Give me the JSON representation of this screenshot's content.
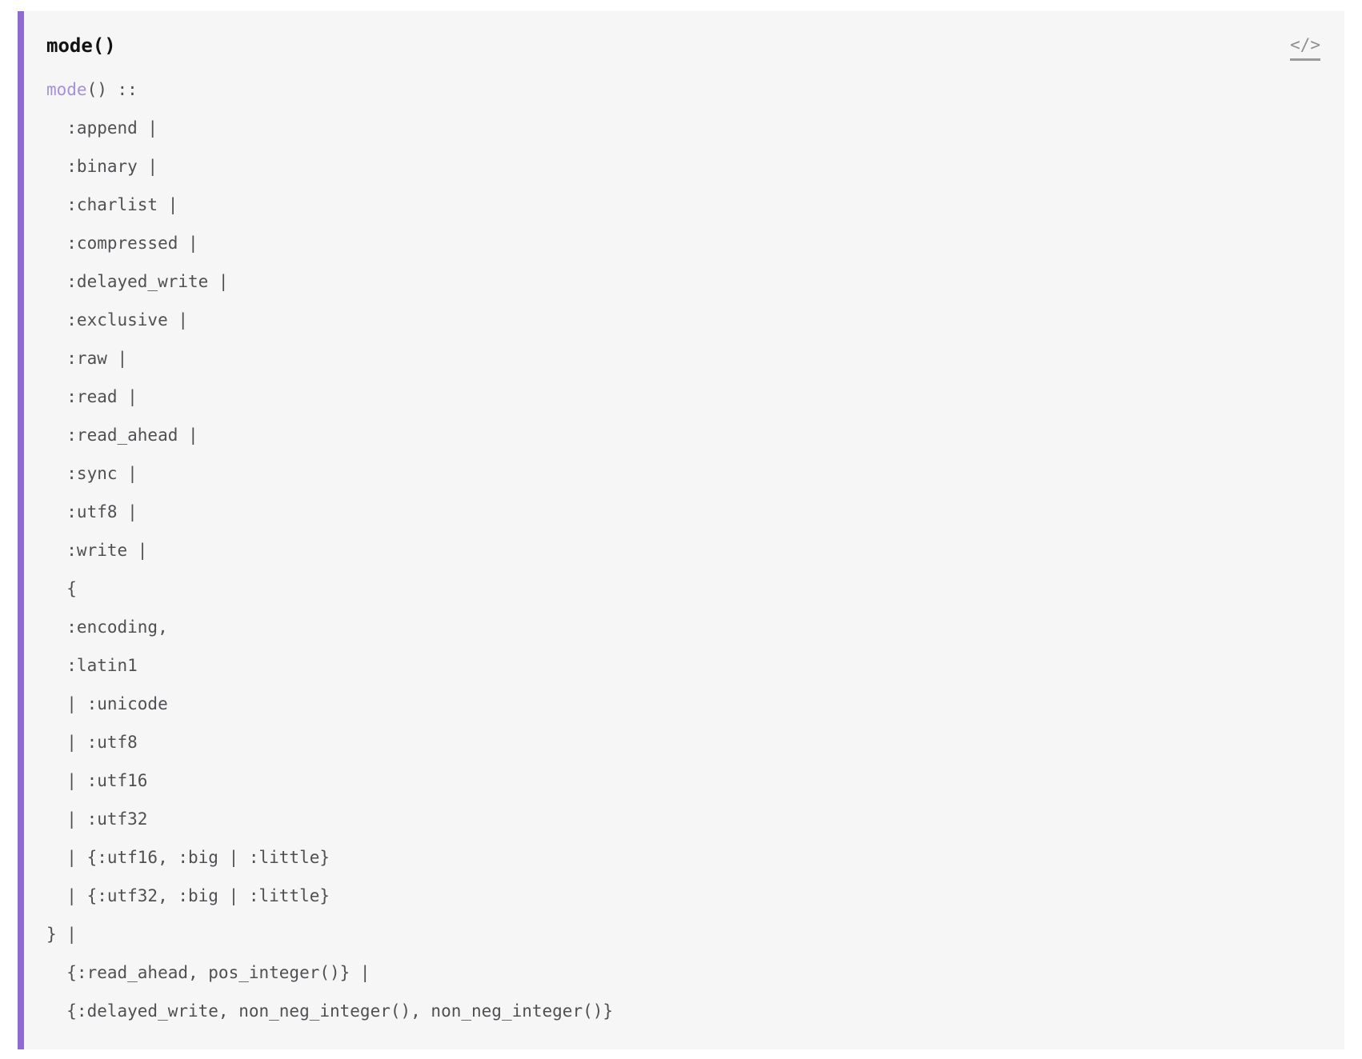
{
  "colors": {
    "page_background": "#ffffff",
    "accent_purple": "#8d6bd2",
    "box_background": "#f6f6f7",
    "code_text": "#4e5053",
    "type_keyword_purple": "#a78fd9",
    "title_text": "#121212",
    "view_source_gray": "#8f8f8f",
    "view_source_underline": "#9b9b9b"
  },
  "typespec": {
    "title": "mode()",
    "view_source": {
      "icon": "</>"
    },
    "code": {
      "first_line": {
        "type_name": "mode",
        "rest": "() ::"
      },
      "lines": [
        "  :append |",
        "  :binary |",
        "  :charlist |",
        "  :compressed |",
        "  :delayed_write |",
        "  :exclusive |",
        "  :raw |",
        "  :read |",
        "  :read_ahead |",
        "  :sync |",
        "  :utf8 |",
        "  :write |",
        "  {",
        "  :encoding,",
        "  :latin1",
        "  | :unicode",
        "  | :utf8",
        "  | :utf16",
        "  | :utf32",
        "  | {:utf16, :big | :little}",
        "  | {:utf32, :big | :little}",
        "} |",
        "  {:read_ahead, pos_integer()} |",
        "  {:delayed_write, non_neg_integer(), non_neg_integer()}"
      ]
    }
  }
}
